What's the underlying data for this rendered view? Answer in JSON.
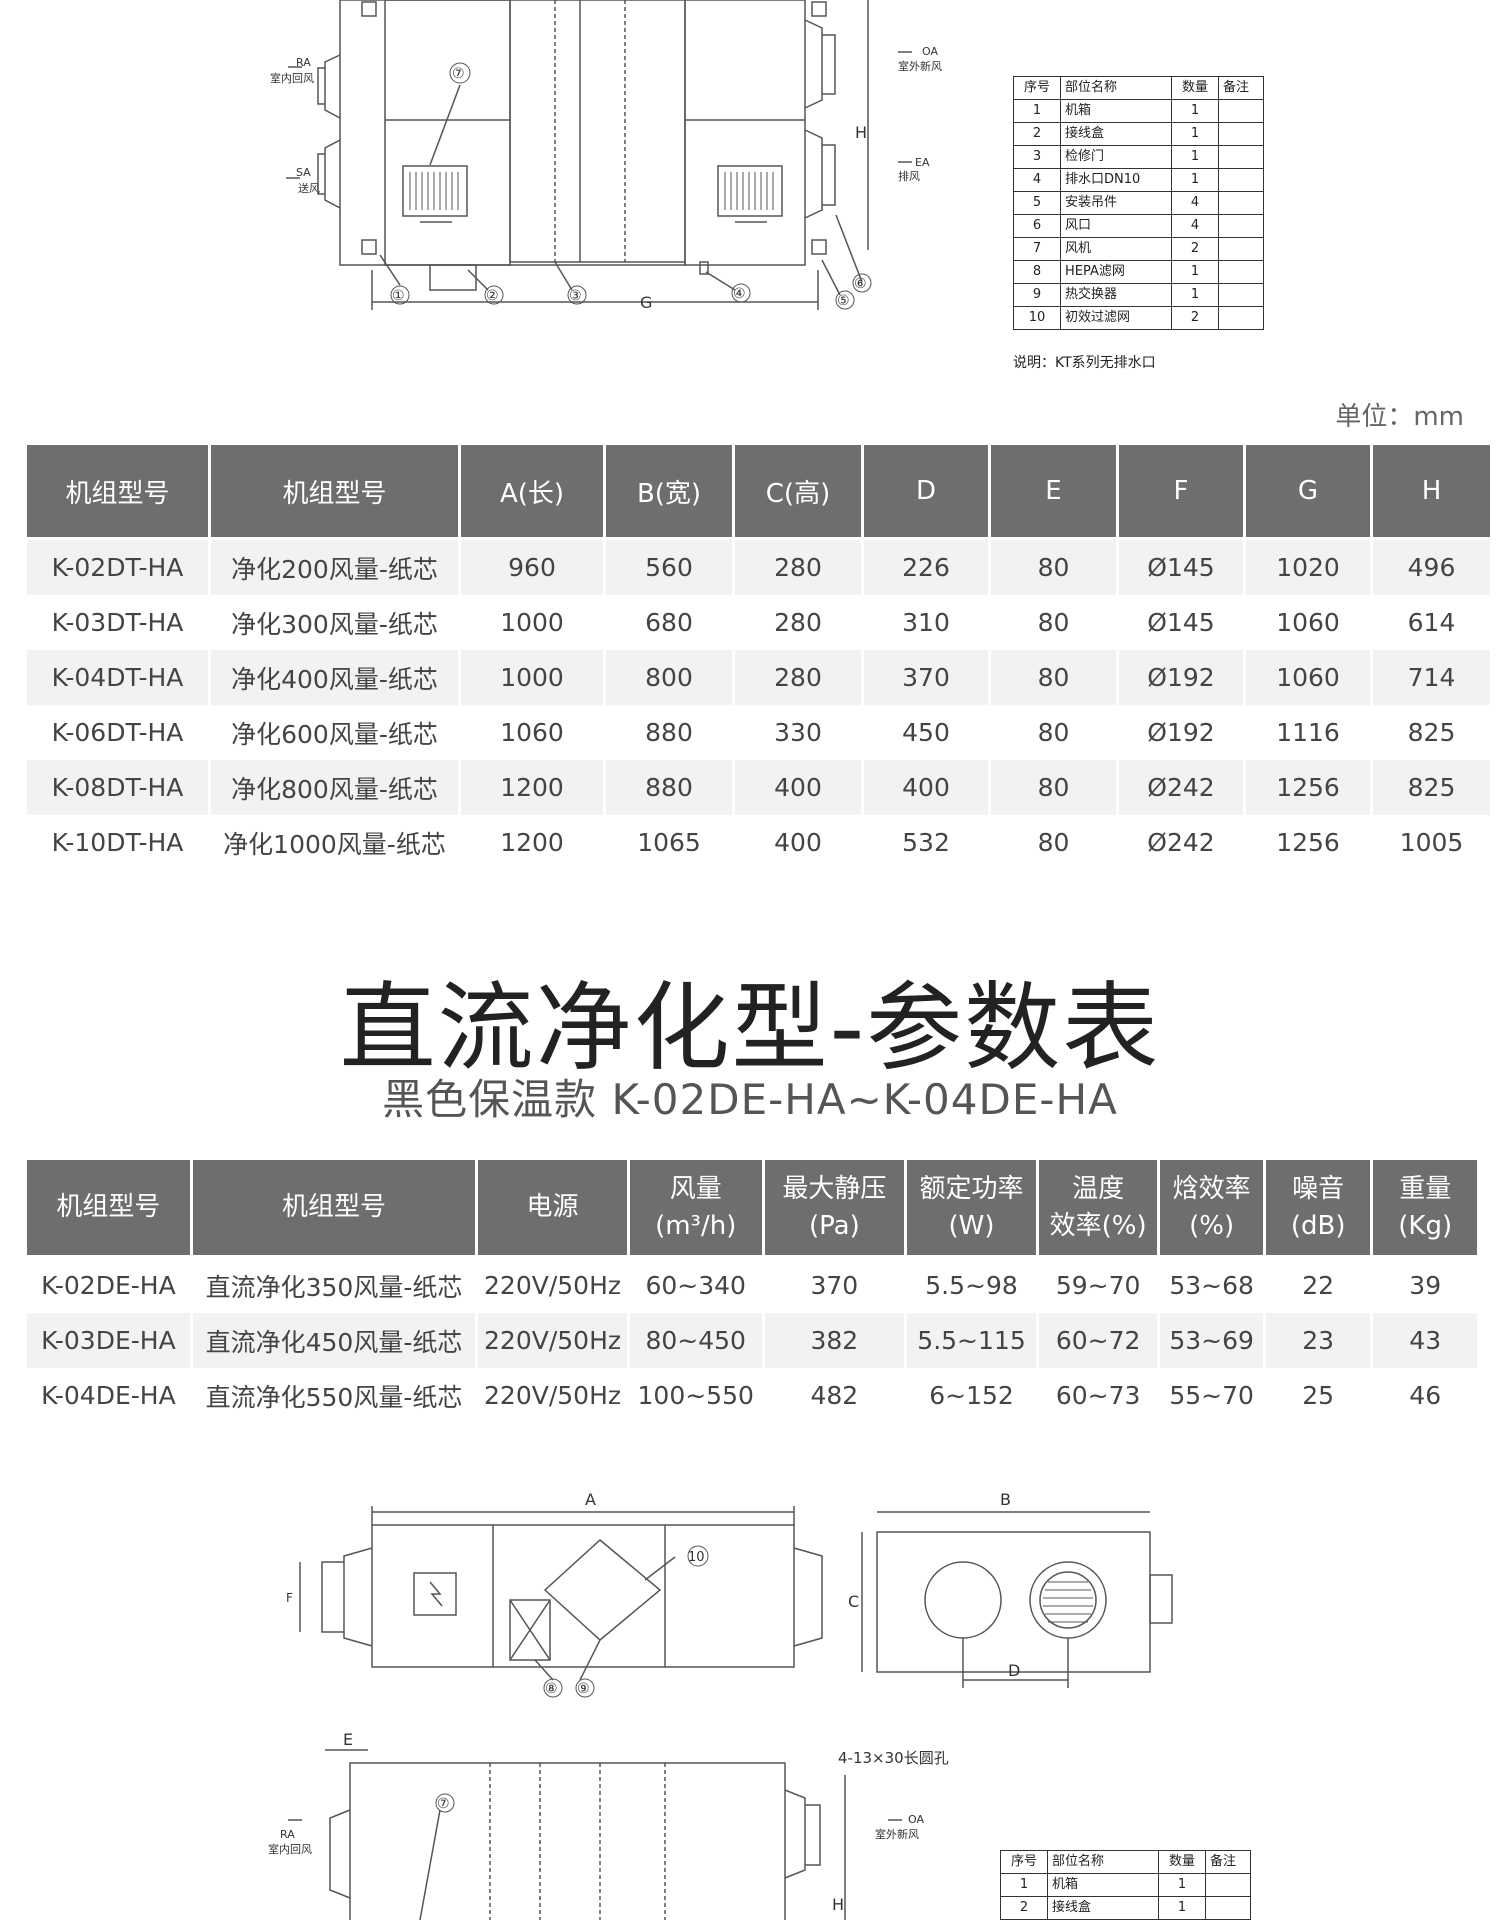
{
  "diagram_top": {
    "labels": {
      "ra": "RA",
      "ra_cn": "室内回风",
      "sa": "SA",
      "sa_cn": "送风",
      "oa": "OA",
      "oa_cn": "室外新风",
      "ea": "EA",
      "ea_cn": "排风",
      "g": "G",
      "h": "H",
      "n1": "①",
      "n2": "②",
      "n3": "③",
      "n4": "④",
      "n5": "⑤",
      "n6": "⑥",
      "n7": "⑦"
    }
  },
  "parts_table": {
    "header": [
      "序号",
      "部位名称",
      "数量",
      "备注"
    ],
    "rows": [
      [
        "1",
        "机箱",
        "1",
        ""
      ],
      [
        "2",
        "接线盒",
        "1",
        ""
      ],
      [
        "3",
        "检修门",
        "1",
        ""
      ],
      [
        "4",
        "排水口DN10",
        "1",
        ""
      ],
      [
        "5",
        "安装吊件",
        "4",
        ""
      ],
      [
        "6",
        "风口",
        "4",
        ""
      ],
      [
        "7",
        "风机",
        "2",
        ""
      ],
      [
        "8",
        "HEPA滤网",
        "1",
        ""
      ],
      [
        "9",
        "热交换器",
        "1",
        ""
      ],
      [
        "10",
        "初效过滤网",
        "2",
        ""
      ]
    ],
    "note": "说明：KT系列无排水口"
  },
  "unit_label": "单位：mm",
  "dimension_table": {
    "header": [
      "机组型号",
      "机组型号",
      "A(长)",
      "B(宽)",
      "C(高)",
      "D",
      "E",
      "F",
      "G",
      "H"
    ],
    "rows": [
      [
        "K-02DT-HA",
        "净化200风量-纸芯",
        "960",
        "560",
        "280",
        "226",
        "80",
        "Ø145",
        "1020",
        "496"
      ],
      [
        "K-03DT-HA",
        "净化300风量-纸芯",
        "1000",
        "680",
        "280",
        "310",
        "80",
        "Ø145",
        "1060",
        "614"
      ],
      [
        "K-04DT-HA",
        "净化400风量-纸芯",
        "1000",
        "800",
        "280",
        "370",
        "80",
        "Ø192",
        "1060",
        "714"
      ],
      [
        "K-06DT-HA",
        "净化600风量-纸芯",
        "1060",
        "880",
        "330",
        "450",
        "80",
        "Ø192",
        "1116",
        "825"
      ],
      [
        "K-08DT-HA",
        "净化800风量-纸芯",
        "1200",
        "880",
        "400",
        "400",
        "80",
        "Ø242",
        "1256",
        "825"
      ],
      [
        "K-10DT-HA",
        "净化1000风量-纸芯",
        "1200",
        "1065",
        "400",
        "532",
        "80",
        "Ø242",
        "1256",
        "1005"
      ]
    ]
  },
  "section": {
    "title": "直流净化型-参数表",
    "subtitle": "黑色保温款 K-02DE-HA~K-04DE-HA"
  },
  "params_table": {
    "header": [
      [
        "机组型号"
      ],
      [
        "机组型号"
      ],
      [
        "电源"
      ],
      [
        "风量",
        "(m³/h)"
      ],
      [
        "最大静压",
        "(Pa)"
      ],
      [
        "额定功率",
        "(W)"
      ],
      [
        "温度",
        "效率(%)"
      ],
      [
        "焓效率",
        "(%)"
      ],
      [
        "噪音",
        "(dB)"
      ],
      [
        "重量",
        "(Kg)"
      ]
    ],
    "rows": [
      [
        "K-02DE-HA",
        "直流净化350风量-纸芯",
        "220V/50Hz",
        "60~340",
        "370",
        "5.5~98",
        "59~70",
        "53~68",
        "22",
        "39"
      ],
      [
        "K-03DE-HA",
        "直流净化450风量-纸芯",
        "220V/50Hz",
        "80~450",
        "382",
        "5.5~115",
        "60~72",
        "53~69",
        "23",
        "43"
      ],
      [
        "K-04DE-HA",
        "直流净化550风量-纸芯",
        "220V/50Hz",
        "100~550",
        "482",
        "6~152",
        "60~73",
        "55~70",
        "25",
        "46"
      ]
    ]
  },
  "diagram_bottom": {
    "labels": {
      "a": "A",
      "b": "B",
      "c": "C",
      "d": "D",
      "e": "E",
      "f": "F",
      "n8": "⑧",
      "n9": "⑨",
      "n10": "10",
      "holes": "4-13×30长圆孔",
      "ra": "RA",
      "ra_cn": "室内回风",
      "oa": "OA",
      "oa_cn": "室外新风",
      "n7": "⑦",
      "h": "H"
    },
    "parts_header": [
      "序号",
      "部位名称",
      "数量",
      "备注"
    ],
    "parts_rows": [
      [
        "1",
        "机箱",
        "1",
        ""
      ],
      [
        "2",
        "接线盒",
        "1",
        ""
      ]
    ]
  }
}
